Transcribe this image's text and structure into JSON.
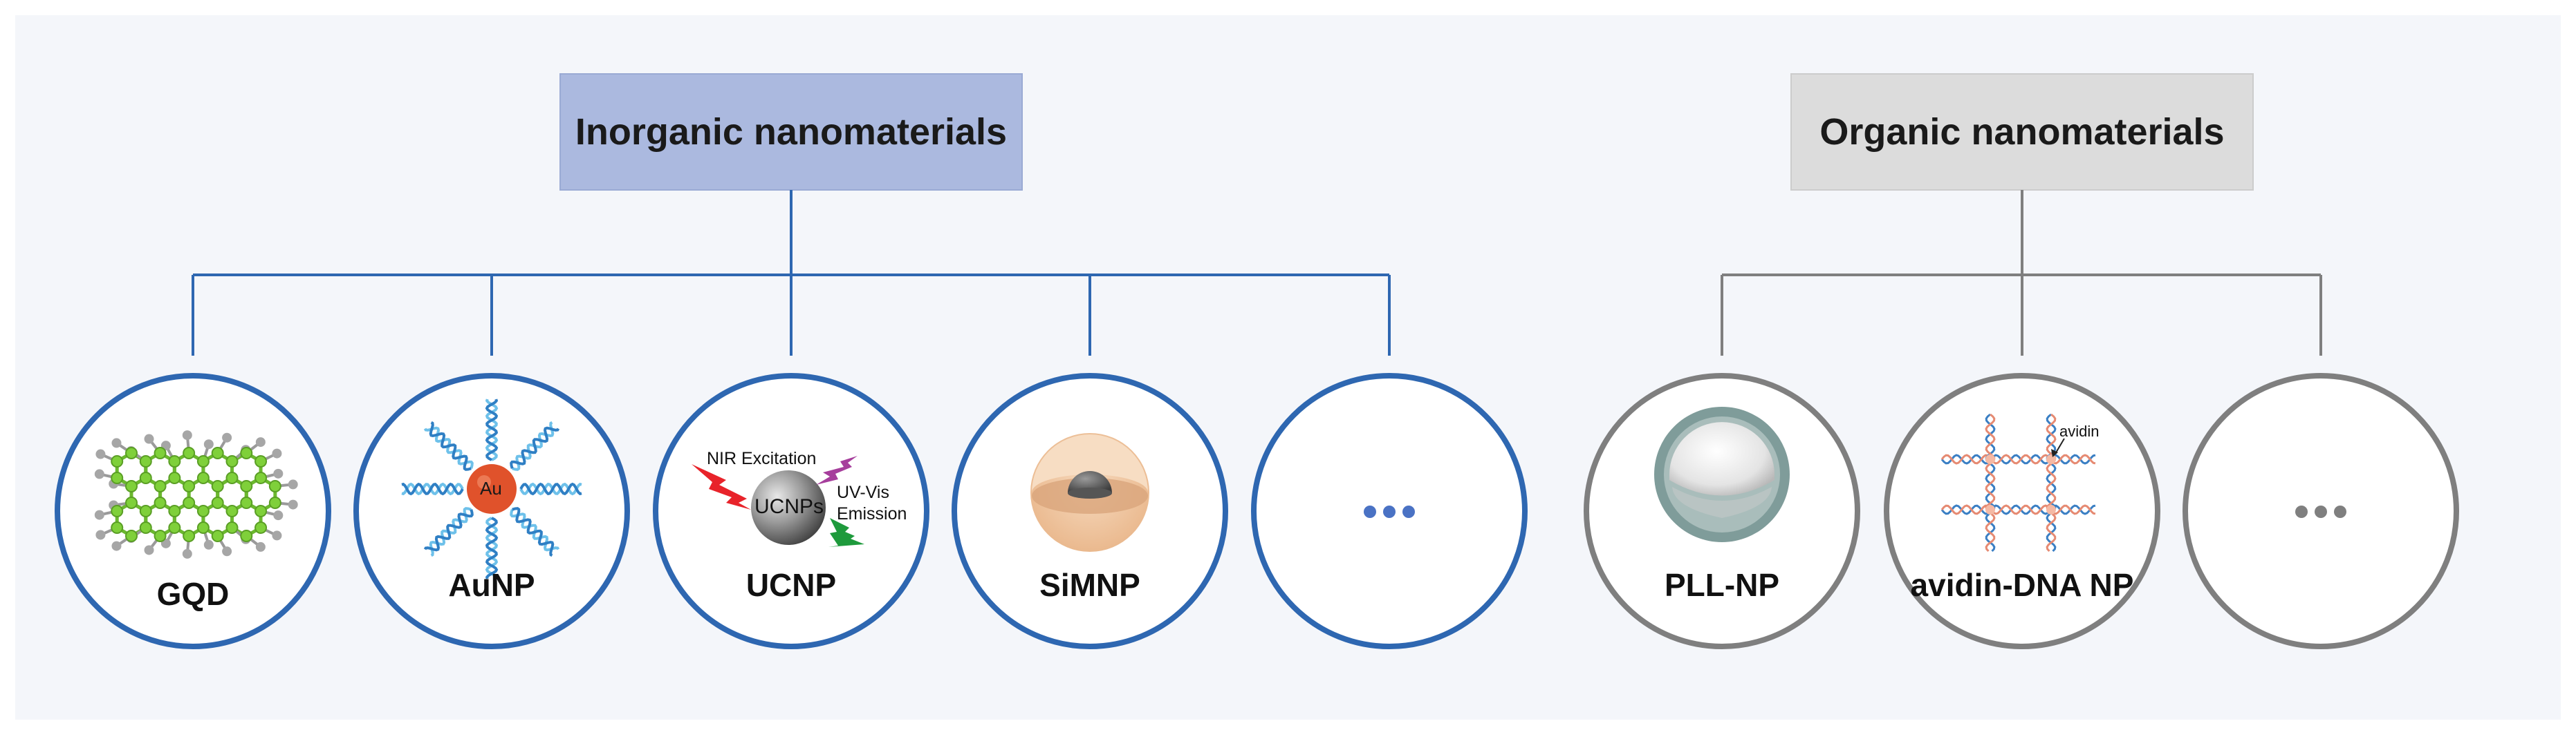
{
  "groups": [
    {
      "title": "Inorganic nanomaterials",
      "box_color": "#abb9df",
      "line_color": "#2e67b1",
      "items": [
        {
          "label": "GQD",
          "icon": "graphene-quantum-dot-icon"
        },
        {
          "label": "AuNP",
          "icon": "gold-nanoparticle-icon",
          "inner_text": "Au"
        },
        {
          "label": "UCNP",
          "icon": "upconversion-nanoparticle-icon",
          "inner_text": "UCNPs",
          "excitation_text": "NIR Excitation",
          "emission_text": "UV-Vis\nEmission"
        },
        {
          "label": "SiMNP",
          "icon": "silica-magnetic-nanoparticle-icon"
        },
        {
          "label": "",
          "icon": "ellipsis-icon"
        }
      ]
    },
    {
      "title": "Organic nanomaterials",
      "box_color": "#dcdcdc",
      "line_color": "#7f7f7f",
      "items": [
        {
          "label": "PLL-NP",
          "icon": "polylysine-nanoparticle-icon"
        },
        {
          "label": "avidin-DNA NP",
          "icon": "avidin-dna-network-icon",
          "annotation": "avidin"
        },
        {
          "label": "",
          "icon": "ellipsis-icon"
        }
      ]
    }
  ]
}
